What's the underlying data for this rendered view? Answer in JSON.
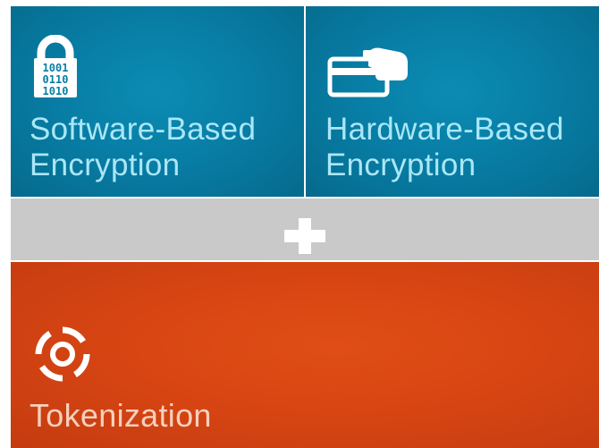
{
  "tiles": {
    "software": {
      "icon": "lock-binary-icon",
      "icon_digits": [
        "1001",
        "0110",
        "1010"
      ],
      "label_line1": "Software-Based",
      "label_line2": "Encryption",
      "color": "#087ea6"
    },
    "hardware": {
      "icon": "card-hand-icon",
      "label_line1": "Hardware-Based",
      "label_line2": "Encryption",
      "color": "#087ea6"
    },
    "plus": {
      "icon": "plus-icon",
      "color": "#c9c9c9"
    },
    "tokenization": {
      "icon": "target-rings-icon",
      "label": "Tokenization",
      "color": "#d84513"
    }
  }
}
